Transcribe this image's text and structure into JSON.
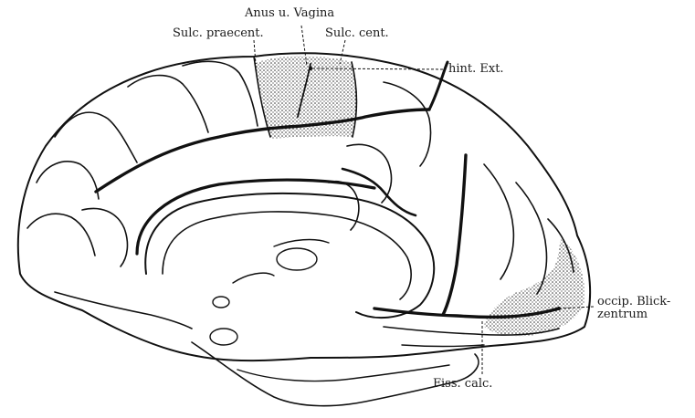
{
  "labels": {
    "anus_vagina": "Anus u. Vagina",
    "sulc_praecent": "Sulc. praecent.",
    "sulc_cent": "Sulc. cent.",
    "hint_ext": "hint. Ext.",
    "occip_blick_1": "occip. Blick-",
    "occip_blick_2": "zentrum",
    "fiss_calc": "Fiss. calc."
  },
  "colors": {
    "ink": "#111111",
    "paper": "#ffffff",
    "stipple": "#222222"
  }
}
